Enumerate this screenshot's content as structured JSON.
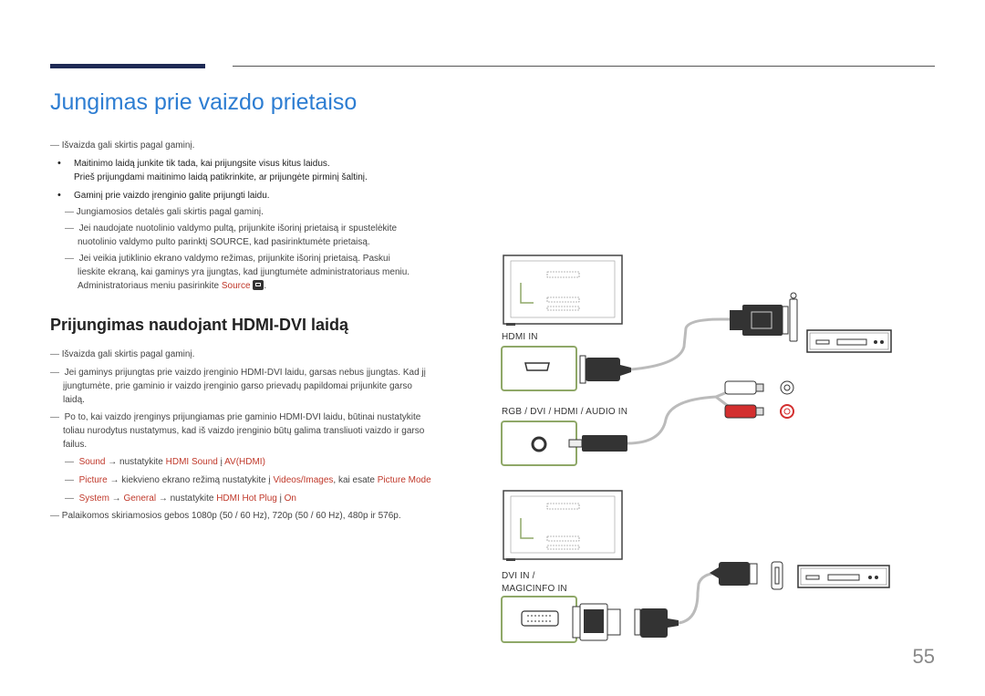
{
  "header": {
    "title": "Jungimas prie vaizdo prietaiso"
  },
  "section1": {
    "note1": "Išvaizda gali skirtis pagal gaminį.",
    "bullet1_line1": "Maitinimo laidą junkite tik tada, kai prijungsite visus kitus laidus.",
    "bullet1_line2": "Prieš prijungdami maitinimo laidą patikrinkite, ar prijungėte pirminį šaltinį.",
    "bullet2": "Gaminį prie vaizdo įrenginio galite prijungti laidu.",
    "sub1": "Jungiamosios detalės gali skirtis pagal gaminį.",
    "sub2_a": "Jei naudojate nuotolinio valdymo pultą, prijunkite išorinį prietaisą ir spustelėkite",
    "sub2_b": "nuotolinio valdymo pulto parinktį SOURCE, kad pasirinktumėte prietaisą.",
    "sub3_a": "Jei veikia jutiklinio ekrano valdymo režimas, prijunkite išorinį prietaisą. Paskui",
    "sub3_b": "lieskite ekraną, kai gaminys yra įjungtas, kad įjungtumėte administratoriaus meniu.",
    "sub3_c": "Administratoriaus meniu pasirinkite",
    "sub3_source": "Source"
  },
  "section2": {
    "heading": "Prijungimas naudojant HDMI-DVI laidą",
    "note1": "Išvaizda gali skirtis pagal gaminį.",
    "note2_a": "Jei gaminys prijungtas prie vaizdo įrenginio HDMI-DVI laidu, garsas nebus įjungtas. Kad jį",
    "note2_b": "įjungtumėte, prie gaminio ir vaizdo įrenginio garso prievadų papildomai prijunkite garso",
    "note2_c": "laidą.",
    "note3_a": "Po to, kai vaizdo įrenginys prijungiamas prie gaminio HDMI-DVI laidu, būtinai nustatykite",
    "note3_b": "toliau nurodytus nustatymus, kad iš vaizdo įrenginio būtų galima transliuoti vaizdo ir garso",
    "note3_c": "failus.",
    "set1": {
      "a": "Sound",
      "arrow": " → nustatykite ",
      "b": "HDMI Sound",
      "sep": " į ",
      "c": "AV(HDMI)"
    },
    "set2": {
      "a": "Picture",
      "arrow": " → kiekvieno ekrano režimą nustatykite į ",
      "b": "Videos/Images",
      "sep": ", kai esate ",
      "c": "Picture Mode"
    },
    "set3": {
      "a": "System",
      "arrow1": " → ",
      "b": "General",
      "arrow2": " → nustatykite ",
      "c": "HDMI Hot Plug",
      "sep": " į ",
      "d": "On"
    },
    "note4": "Palaikomos skiriamosios gebos 1080p (50 / 60 Hz), 720p (50 / 60 Hz), 480p ir 576p."
  },
  "diagram": {
    "label_hdmi": "HDMI IN",
    "label_audio": "RGB / DVI / HDMI / AUDIO IN",
    "label_dvi_1": "DVI IN /",
    "label_dvi_2": "MAGICINFO IN"
  },
  "footer": {
    "page_number": "55"
  },
  "colors": {
    "title": "#2d7dd2",
    "highlight": "#c0392b",
    "port_frame": "#8fa868"
  }
}
